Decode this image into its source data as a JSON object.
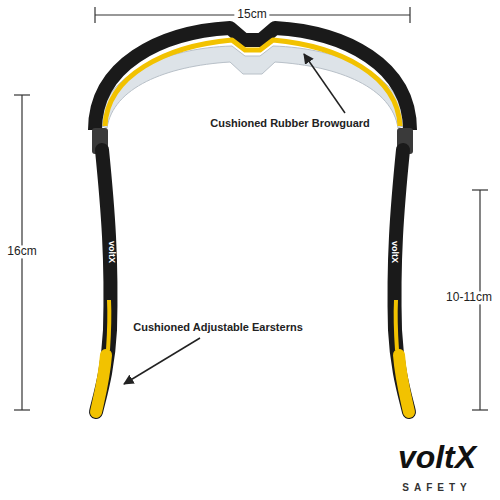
{
  "diagram": {
    "labels": [
      "15cm",
      "Cushioned Rubber Browguard",
      "16cm",
      "voltX",
      "voltX",
      "10-11cm",
      "Cushioned Adjustable Earsterns",
      "voltX",
      "SAFETY"
    ]
  }
}
